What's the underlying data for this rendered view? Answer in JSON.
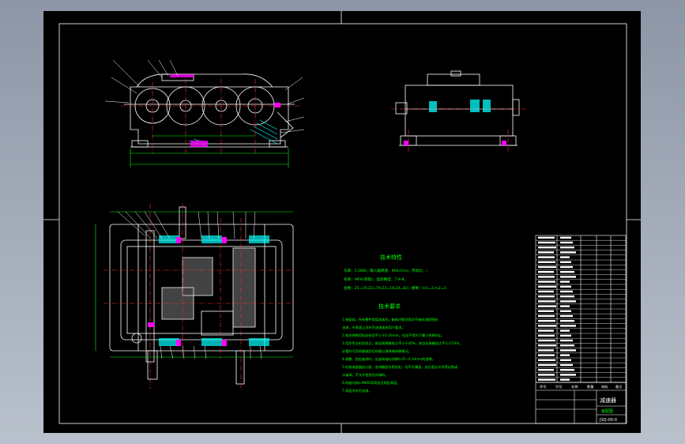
{
  "colors": {
    "background": "#8d96a6",
    "sheet": "#000000",
    "linework": "#ffffff",
    "centerline": "#ff3030",
    "dimension": "#00ff00",
    "hatch": "#00ffff",
    "annotation": "#00ff00",
    "highlight": "#ff00ff"
  },
  "notes": {
    "spec_title": "技术特性",
    "spec_lines": [
      "功率：5.5KW；输入轴转速：960r/min；传动比：i",
      "效率：98%(单级)；齿轮精度：7-8-8；",
      "齿数：Z1=20,Z2=79,Z3=18,Z4=82；模数：m1=2,m2=3"
    ],
    "req_title": "技术要求",
    "req_lines": [
      "1.装配前，所有零件用煤油清洗，箱体内壁涂两次不被机油侵蚀的",
      "油漆，外表面上涂灰色油漆或按用户要求。",
      "2.啮合侧隙用铅丝检验不小于0.16mm，铅丝不得大于最小侧隙4倍。",
      "3.用涂色法检验斑点，按齿高接触斑点不小于40%，按齿长接触斑点不小于50%，",
      "必要时可用研磨或刮后研磨以便改善接触情况。",
      "4.调整、固定轴承时，应留有轴向间隙0.05~0.10mm的游隙。",
      "5.检查减速器剖分面、各接触面及密封处，均不许漏油，剖分面允许涂密封胶或",
      "水玻璃，不允许使用任何填料。",
      "6.机座内装L-AN68润滑油至规定高度。",
      "7.表面涂灰色油漆。"
    ]
  },
  "title_block": {
    "drawing_name": "减速器",
    "sheet_label": "装配图",
    "drawing_number": "JSQ-00-0",
    "header_cells": [
      "序号",
      "代号",
      "名称",
      "数量",
      "材料",
      "备注"
    ]
  }
}
